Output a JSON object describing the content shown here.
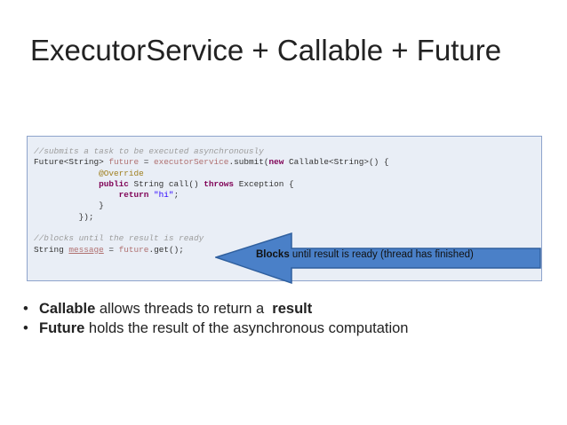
{
  "title": "ExecutorService + Callable + Future",
  "code": {
    "comment1": "//submits a task to be executed asynchronously",
    "line2_type": "Future<String> ",
    "line2_var": "future",
    "line2_eq": " = ",
    "line2_call": "executorService",
    "line2_submit": ".submit(",
    "line2_new": "new",
    "line2_rest": " Callable<String>() {",
    "annotation": "@Override",
    "kw_public": "public",
    "method_sig": " String call() ",
    "kw_throws": "throws",
    "exception": " Exception {",
    "kw_return": "return",
    "return_str": "\"hi\"",
    "semicolon": ";",
    "close_brace": "}",
    "close_call": "});",
    "comment2": "//blocks until the result is ready",
    "line_last_type": "String ",
    "line_last_var": "message",
    "line_last_eq": " = ",
    "line_last_future": "future",
    "line_last_get": ".get();"
  },
  "callout": {
    "bold": "Blocks",
    "text": " until result  is ready (thread has finished)",
    "fill": "#4a80c8",
    "stroke": "#2f5f9e"
  },
  "bullets": [
    {
      "marker": "•",
      "bold": "Callable",
      "text": " allows threads to return a  ",
      "bold2": "result"
    },
    {
      "marker": "•",
      "bold": "Future",
      "text": " holds the result of the asynchronous computation"
    }
  ]
}
